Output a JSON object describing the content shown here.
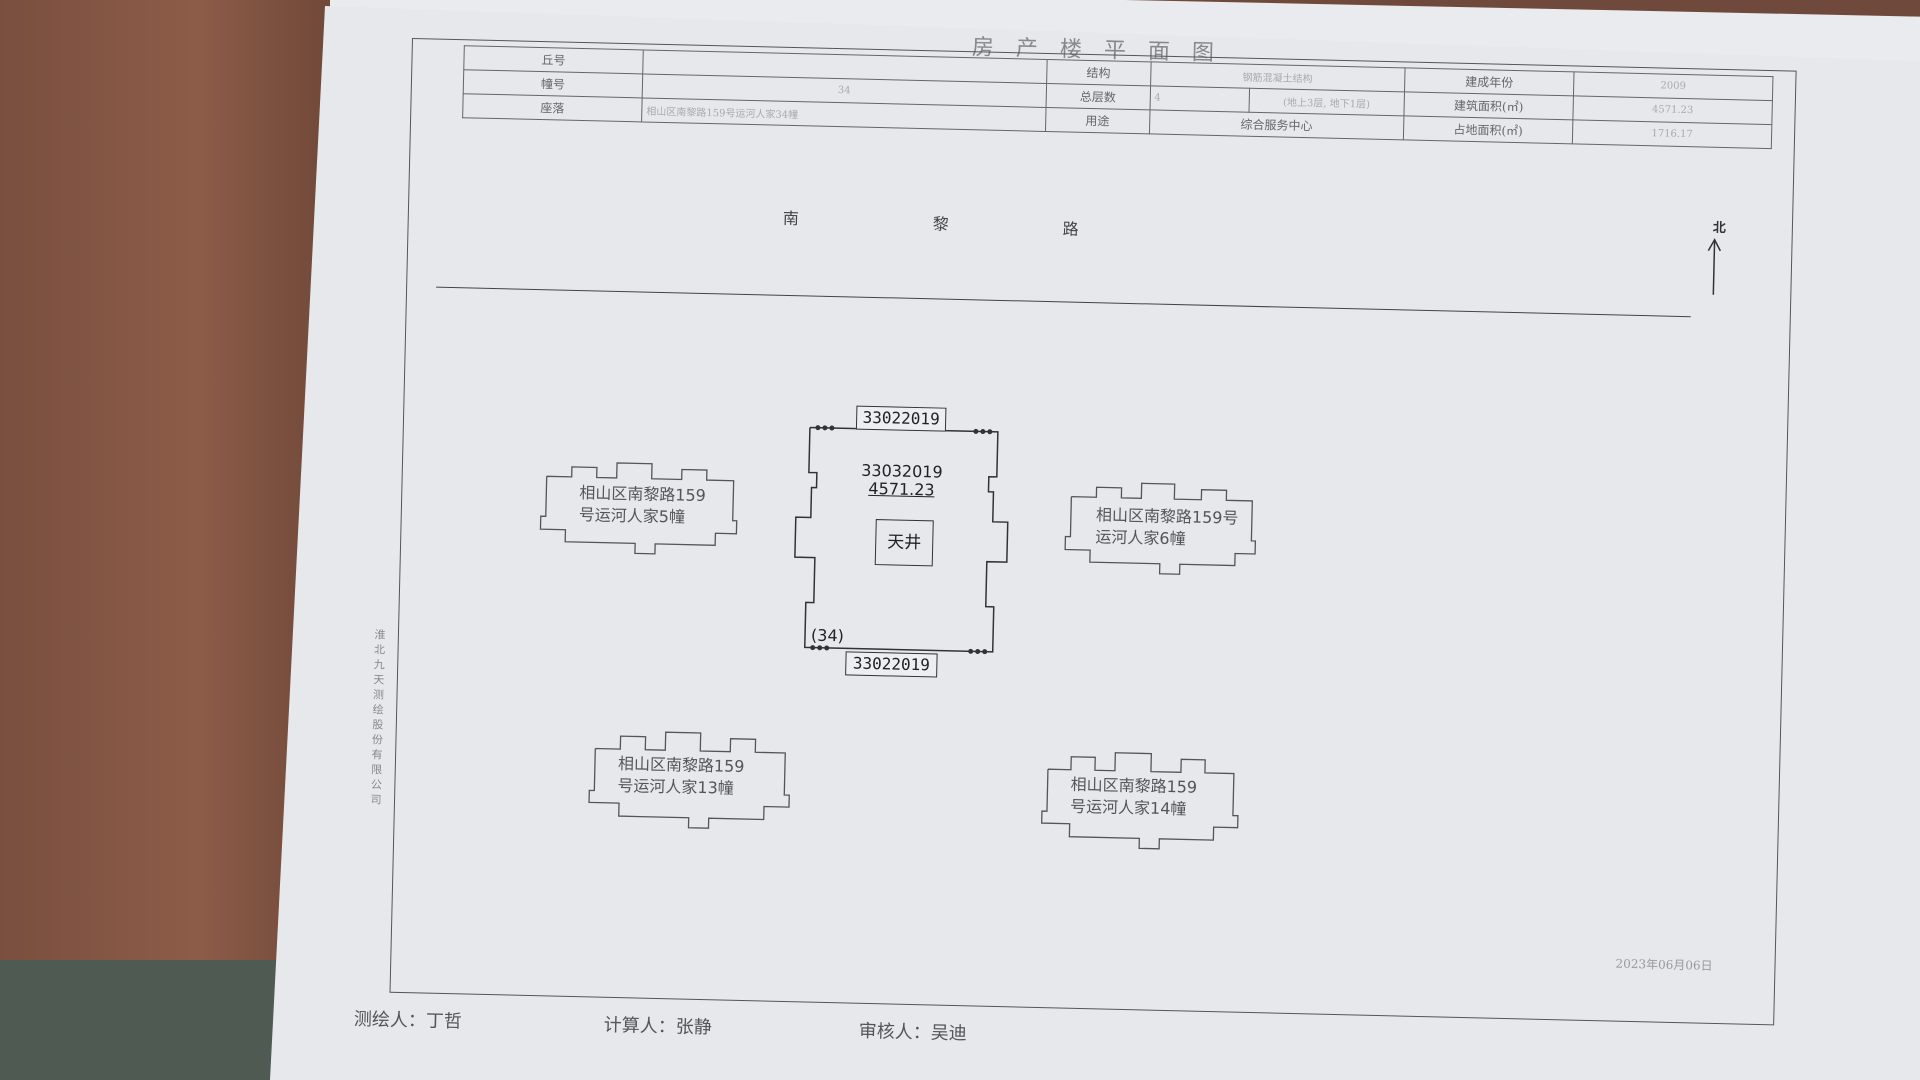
{
  "sheet_title": "房产楼平面图",
  "info_table": {
    "r1": {
      "label_a": "丘号",
      "value_a": "",
      "label_b": "结构",
      "value_b": "钢筋混凝土结构",
      "label_c": "建成年份",
      "value_c": "2009"
    },
    "r2": {
      "label_a": "幢号",
      "value_a": "34",
      "label_b": "总层数",
      "value_b": "4",
      "value_b2": "(地上3层, 地下1层)",
      "label_c": "建筑面积(㎡)",
      "value_c": "4571.23"
    },
    "r3": {
      "label_a": "座落",
      "value_a": "相山区南黎路159号运河人家34幢",
      "label_b": "用途",
      "value_b": "综合服务中心",
      "label_c": "占地面积(㎡)",
      "value_c": "1716.17"
    }
  },
  "road": {
    "char1": "南",
    "char2": "黎",
    "char3": "路"
  },
  "north_label": "北",
  "main_building": {
    "code_top": "33022019",
    "code_bottom": "33022019",
    "id": "33032019",
    "area": "4571.23",
    "courtyard": "天井",
    "unit_no": "(34)"
  },
  "neighbors": {
    "b5": {
      "line1": "相山区南黎路159",
      "line2": "号运河人家5幢"
    },
    "b6": {
      "line1": "相山区南黎路159号",
      "line2": "运河人家6幢"
    },
    "b13": {
      "line1": "相山区南黎路159",
      "line2": "号运河人家13幢"
    },
    "b14": {
      "line1": "相山区南黎路159",
      "line2": "号运河人家14幢"
    }
  },
  "date_stamp": "2023年06月06日",
  "company": "淮北九天测绘股份有限公司",
  "footer": {
    "surveyor": "测绘人：丁哲",
    "calculator": "计算人：张静",
    "reviewer": "审核人：吴迪"
  }
}
